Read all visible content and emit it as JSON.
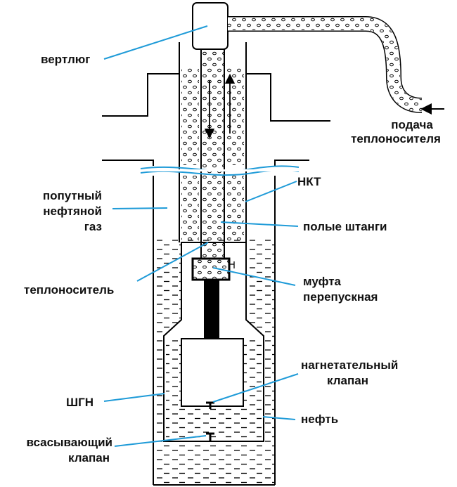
{
  "labels": {
    "swivel": "вертлюг",
    "supply_line1": "подача",
    "supply_line2": "теплоносителя",
    "tubing": "НКТ",
    "gas_line1": "попутный",
    "gas_line2": "нефтяной",
    "gas_line3": "газ",
    "hollow_rods": "полые штанги",
    "coupling_line1": "муфта",
    "coupling_line2": "перепускная",
    "coolant": "теплоноситель",
    "discharge_valve_line1": "нагнетательный",
    "discharge_valve_line2": "клапан",
    "pump": "ШГН",
    "oil": "нефть",
    "suction_valve_line1": "всасывающий",
    "suction_valve_line2": "клапан"
  },
  "colors": {
    "pointer": "#1f9bd8",
    "outline": "#000000",
    "text": "#111111"
  }
}
